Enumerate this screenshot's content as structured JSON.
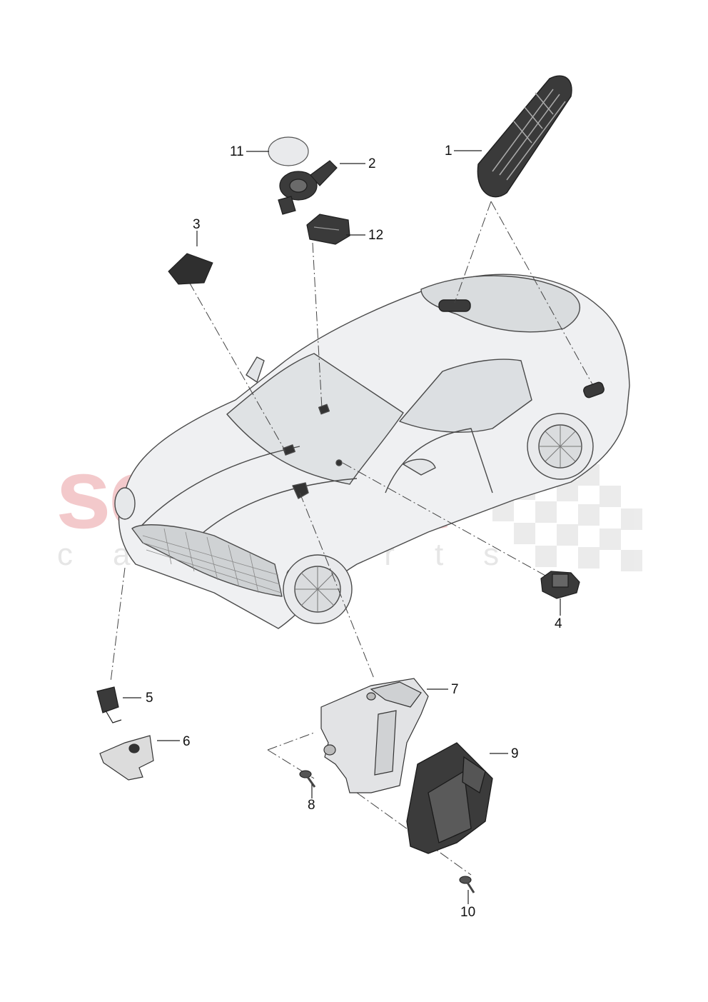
{
  "watermark": {
    "main": "scuderia",
    "sub": "car parts"
  },
  "callouts": [
    {
      "id": "1",
      "text": "1"
    },
    {
      "id": "2",
      "text": "2"
    },
    {
      "id": "3",
      "text": "3"
    },
    {
      "id": "4",
      "text": "4"
    },
    {
      "id": "5",
      "text": "5"
    },
    {
      "id": "6",
      "text": "6"
    },
    {
      "id": "7",
      "text": "7"
    },
    {
      "id": "8",
      "text": "8"
    },
    {
      "id": "9",
      "text": "9"
    },
    {
      "id": "10",
      "text": "10"
    },
    {
      "id": "11",
      "text": "11"
    },
    {
      "id": "12",
      "text": "12"
    }
  ],
  "colors": {
    "line": "#333333",
    "part": "#2e2e2e",
    "body": "#f0f1f3",
    "watermark": "#f3c9cb"
  }
}
